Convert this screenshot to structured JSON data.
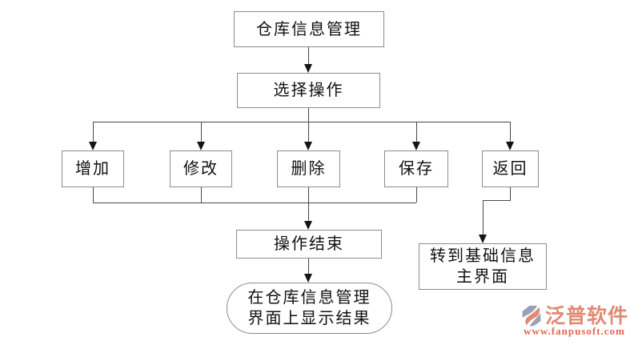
{
  "nodes": {
    "main": {
      "label": "仓库信息管理"
    },
    "select": {
      "label": "选择操作"
    },
    "add": {
      "label": "增加"
    },
    "modify": {
      "label": "修改"
    },
    "delete": {
      "label": "删除"
    },
    "save": {
      "label": "保存"
    },
    "back": {
      "label": "返回"
    },
    "end": {
      "label": "操作结束"
    },
    "result": {
      "line1": "在仓库信息管理",
      "line2": "界面上显示结果"
    },
    "goto": {
      "line1": "转到基础信息",
      "line2": "主界面"
    }
  },
  "edges": [
    {
      "from": "main",
      "to": "select"
    },
    {
      "from": "select",
      "to": "add"
    },
    {
      "from": "select",
      "to": "modify"
    },
    {
      "from": "select",
      "to": "delete"
    },
    {
      "from": "select",
      "to": "save"
    },
    {
      "from": "select",
      "to": "back"
    },
    {
      "from": "add",
      "to": "end"
    },
    {
      "from": "modify",
      "to": "end"
    },
    {
      "from": "delete",
      "to": "end"
    },
    {
      "from": "save",
      "to": "end"
    },
    {
      "from": "end",
      "to": "result"
    },
    {
      "from": "back",
      "to": "goto"
    }
  ],
  "logo": {
    "brand": "泛普软件",
    "url": "www.fanpusoft.com"
  },
  "colors": {
    "background": "#ffffff",
    "box_border": "#8c8c8c",
    "connector": "#4a4a4a",
    "arrowhead": "#151515",
    "text": "#111111",
    "logo_brand": "#e08a74",
    "logo_url": "#e0694f",
    "logo_gray": "#9aa2b2"
  }
}
